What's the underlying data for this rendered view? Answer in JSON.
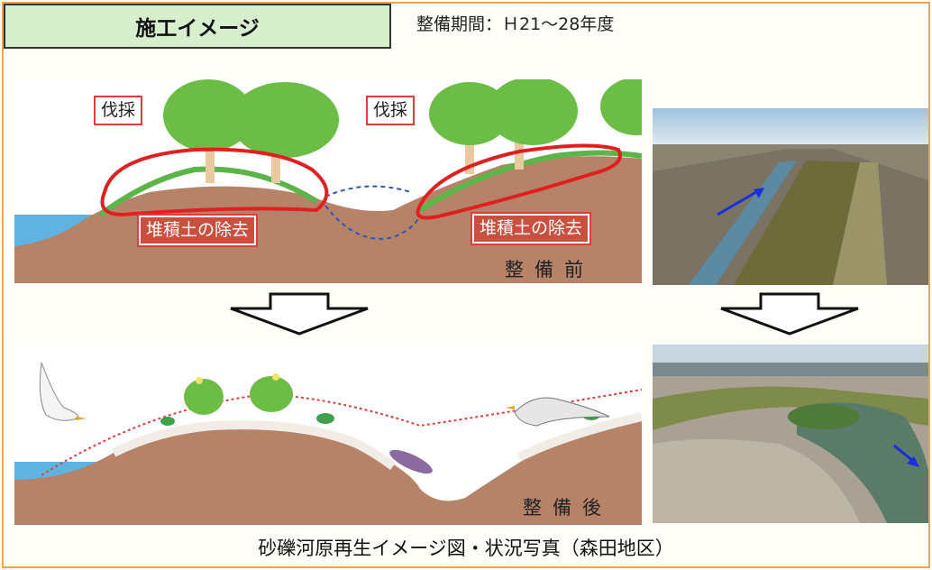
{
  "header": {
    "title": "施工イメージ",
    "period": "整備期間：Ｈ21～28年度"
  },
  "before": {
    "cut_label_1": "伐採",
    "cut_label_2": "伐採",
    "removal_label_1": "堆積土の除去",
    "removal_label_2": "堆積土の除去",
    "stage_label": "整備前"
  },
  "after": {
    "stage_label": "整備後"
  },
  "caption": "砂礫河原再生イメージ図・状況写真（森田地区）",
  "colors": {
    "accent_orange": "#f2a54a",
    "title_bg": "#d7efcc",
    "marker_red": "#e23b3b",
    "flow_arrow": "#1a2ee0"
  },
  "icons": [
    "down-arrow-icon",
    "tree-icon",
    "bird-icon",
    "fish-icon",
    "plant-icon"
  ]
}
